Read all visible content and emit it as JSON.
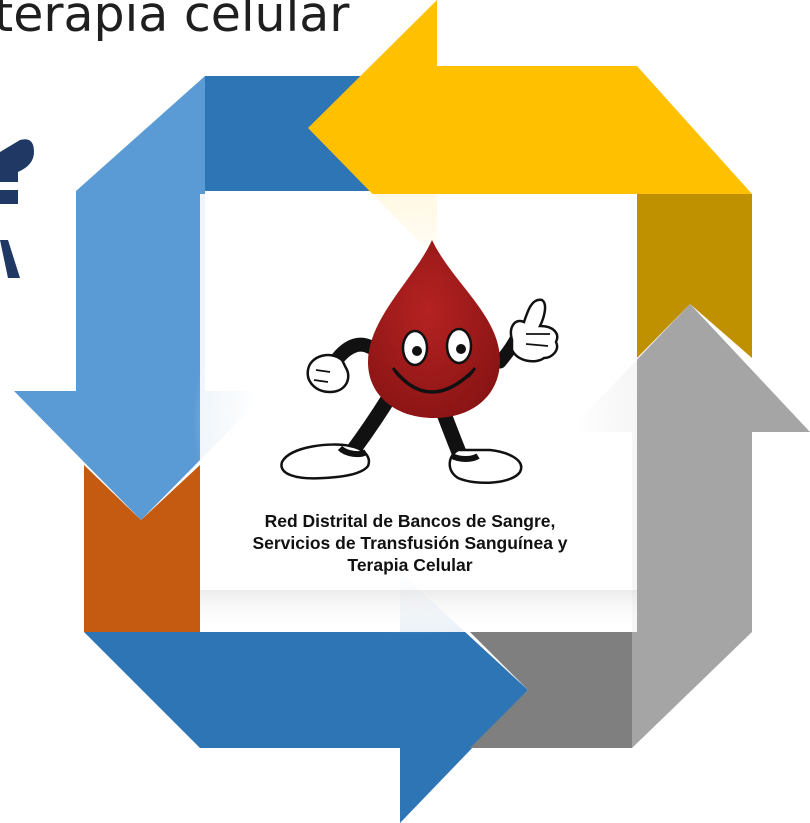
{
  "header": {
    "title_fragment": "terapia celular"
  },
  "colors": {
    "blue_dark": "#2E75B6",
    "blue_light": "#5B9BD5",
    "orange": "#C55A11",
    "gold": "#FFC000",
    "gold_dark": "#BF9000",
    "gray_light": "#A5A5A5",
    "gray_dark": "#7F7F7F",
    "blood_red": "#A51C1C",
    "navy_accent": "#1F3864"
  },
  "cycle": {
    "arrows": [
      {
        "name": "blue-light-down-arrow",
        "color": "#5B9BD5",
        "direction": "down"
      },
      {
        "name": "gold-left-arrow",
        "color": "#FFC000",
        "direction": "left"
      },
      {
        "name": "gray-up-arrow",
        "color": "#A5A5A5",
        "direction": "up"
      },
      {
        "name": "blue-right-arrow",
        "color": "#2E75B6",
        "direction": "right"
      }
    ]
  },
  "mascot": {
    "name": "blood-drop-mascot",
    "caption_lines": [
      "Red Distrital de Bancos de Sangre,",
      "Servicios de Transfusión Sanguínea y",
      "Terapia Celular"
    ]
  }
}
